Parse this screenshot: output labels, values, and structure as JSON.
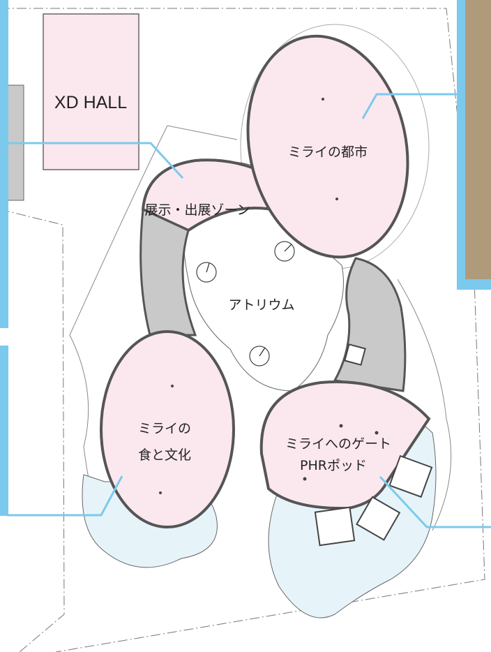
{
  "map": {
    "labels": {
      "xd_hall": "XD HALL",
      "city": "ミライの都市",
      "exhibit_zone": "展示・出展ゾーン",
      "atrium": "アトリウム",
      "food_culture_line1": "ミライの",
      "food_culture_line2": "食と文化",
      "gate_line1": "ミライへのゲート",
      "gate_line2": "PHRポッド"
    },
    "colors": {
      "room_fill": "#fbe8ee",
      "service_fill": "#c9c9c9",
      "wall": "#555555",
      "water_fill": "#e6f4f9",
      "callout": "#7cc9ee"
    }
  }
}
